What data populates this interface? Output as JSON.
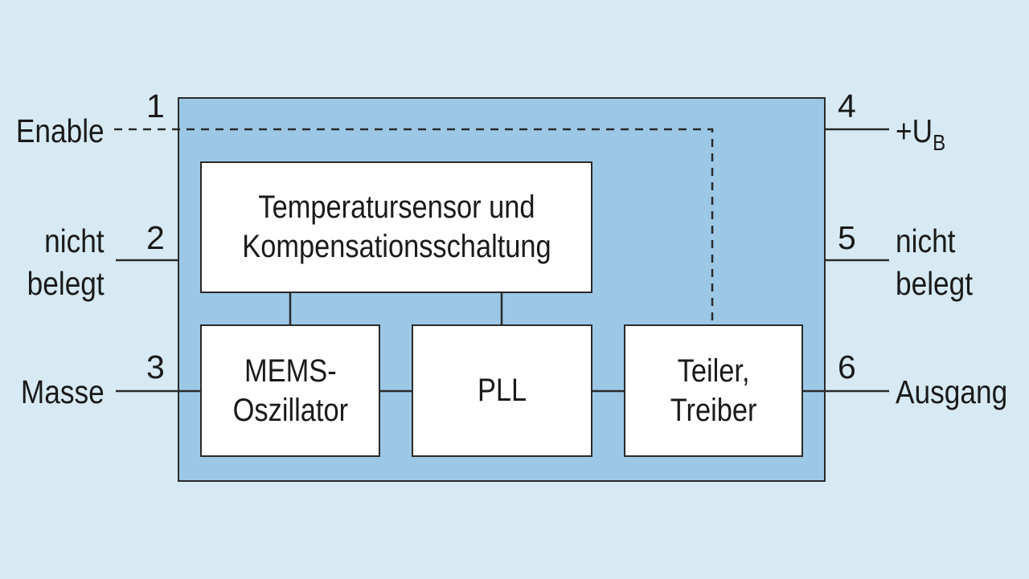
{
  "blocks": {
    "temp": {
      "line1": "Temperatursensor und",
      "line2": "Kompensationsschaltung"
    },
    "mems": {
      "line1": "MEMS-",
      "line2": "Oszillator"
    },
    "pll": {
      "line1": "PLL"
    },
    "teiler": {
      "line1": "Teiler,",
      "line2": "Treiber"
    }
  },
  "pins": {
    "p1": {
      "number": "1",
      "label": "Enable"
    },
    "p2": {
      "number": "2",
      "label_line1": "nicht",
      "label_line2": "belegt"
    },
    "p3": {
      "number": "3",
      "label": "Masse"
    },
    "p4": {
      "number": "4",
      "label_main": "+U",
      "label_sub": "B"
    },
    "p5": {
      "number": "5",
      "label_line1": "nicht",
      "label_line2": "belegt"
    },
    "p6": {
      "number": "6",
      "label": "Ausgang"
    }
  },
  "colors": {
    "background": "#d7eaf3",
    "chip_fill": "#9cc8e6",
    "block_fill": "#ffffff",
    "line": "#2a2a2a"
  }
}
